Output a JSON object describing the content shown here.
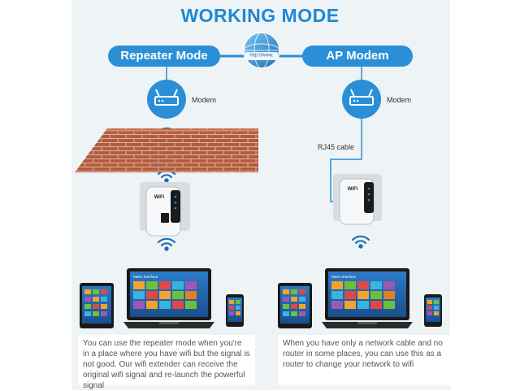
{
  "title": "WORKING MODE",
  "globe": {
    "url": "http://www."
  },
  "modes": {
    "repeater": {
      "label": "Repeater Mode",
      "modem_label": "Modem",
      "caption": "You can use the repeater mode when you're in a place where you have wifi but the signal is not good. Our wifi extender can receive the original wifi signal and re-launch the powerful signal"
    },
    "ap": {
      "label": "AP Modem",
      "modem_label": "Modem",
      "cable_label": "RJ45 cable",
      "caption": "When you have only a network cable and no router in some places, you can use this as a router to change your network to wifi"
    }
  },
  "device": {
    "brand": "WiFi"
  },
  "laptop_screen": {
    "title": "Metro Interface"
  },
  "colors": {
    "accent": "#2a8fd6",
    "title": "#1e88d4",
    "brick": "#b45a3c",
    "panel": "#eef3f6"
  },
  "icons": [
    "globe-icon",
    "modem-icon",
    "wifi-signal-icon",
    "brick-wall",
    "wifi-extender",
    "laptop",
    "tablet",
    "smartphone"
  ]
}
